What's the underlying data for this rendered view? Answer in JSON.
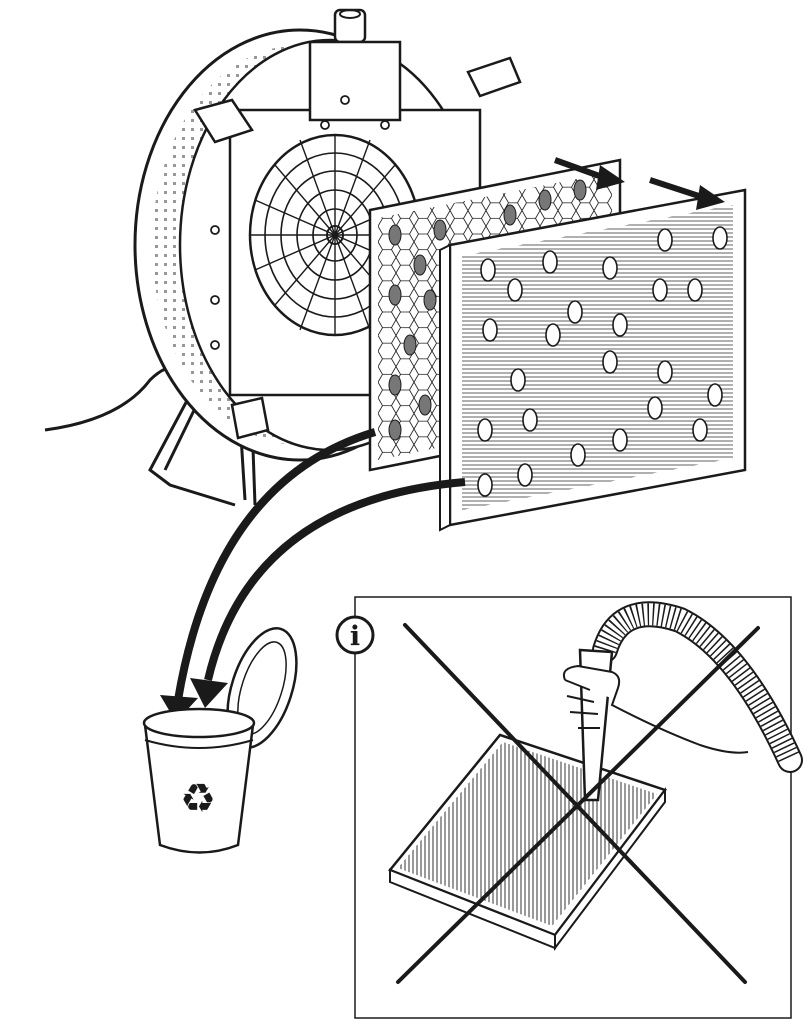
{
  "figure": {
    "info_symbol": "i",
    "recycle_symbol": "♻",
    "icons": [
      "air-purifier-unit",
      "fan-guard",
      "carbon-filter",
      "hepa-filter",
      "removal-arrow",
      "disposal-arrow",
      "recycle-bin",
      "bin-lid",
      "recycle-icon",
      "info-icon",
      "vacuum-hose",
      "hand",
      "filter-panel",
      "prohibited-cross"
    ],
    "colors": {
      "line": "#1a1a1a",
      "fill": "#ffffff",
      "filter_shading": "#555555",
      "cross": "#1a1a1a"
    }
  }
}
